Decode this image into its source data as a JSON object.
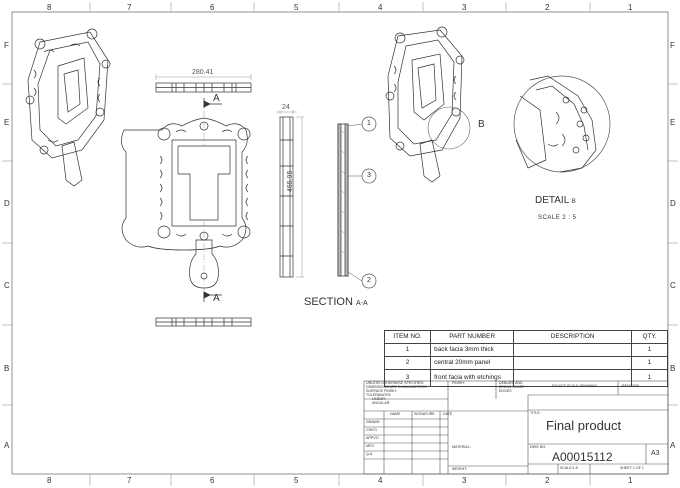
{
  "zones": {
    "top": [
      "8",
      "7",
      "6",
      "5",
      "4",
      "3",
      "2",
      "1"
    ],
    "bottom": [
      "8",
      "7",
      "6",
      "5",
      "4",
      "3",
      "2",
      "1"
    ],
    "left": [
      "F",
      "E",
      "D",
      "C",
      "B",
      "A"
    ],
    "right": [
      "F",
      "E",
      "D",
      "C",
      "B",
      "A"
    ]
  },
  "views": {
    "width_dim": "280.41",
    "depth_dim": "24",
    "height_dim": "455.95",
    "section_marker": "A",
    "section_title": "SECTION",
    "section_suffix": "A-A",
    "detail_marker": "B",
    "detail_title": "DETAIL",
    "detail_suffix": "B",
    "detail_scale": "SCALE 2 : 5",
    "balloons": [
      "1",
      "3",
      "2"
    ]
  },
  "bom": {
    "headers": [
      "ITEM NO.",
      "PART NUMBER",
      "DESCRIPTION",
      "QTY."
    ],
    "rows": [
      {
        "item": "1",
        "part": "back facia 3mm thick",
        "desc": "",
        "qty": "1"
      },
      {
        "item": "2",
        "part": "central 20mm panel",
        "desc": "",
        "qty": "1"
      },
      {
        "item": "3",
        "part": "front facia  with etchings",
        "desc": "",
        "qty": "1"
      }
    ]
  },
  "title_block": {
    "notes": [
      "UNLESS OTHERWISE SPECIFIED:",
      "DIMENSIONS ARE IN MILLIMETERS",
      "SURFACE FINISH:",
      "TOLERANCES:",
      "LINEAR:",
      "ANGULAR:"
    ],
    "finish": "FINISH:",
    "deburr": [
      "DEBURR AND",
      "BREAK SHARP",
      "EDGES"
    ],
    "do_not_scale": "DO NOT SCALE DRAWING",
    "revision": "REVISION",
    "cols": [
      "NAME",
      "SIGNATURE",
      "DATE"
    ],
    "roles": [
      "DRAWN",
      "CHK'D",
      "APPV'D",
      "MFG",
      "Q.A"
    ],
    "material": "MATERIAL:",
    "weight": "WEIGHT:",
    "title_label": "TITLE:",
    "title": "Final product",
    "dwg_label": "DWG NO.",
    "dwg_no": "A00015112",
    "size": "A3",
    "scale": "SCALE:1:5",
    "sheet": "SHEET 1 OF 1"
  }
}
